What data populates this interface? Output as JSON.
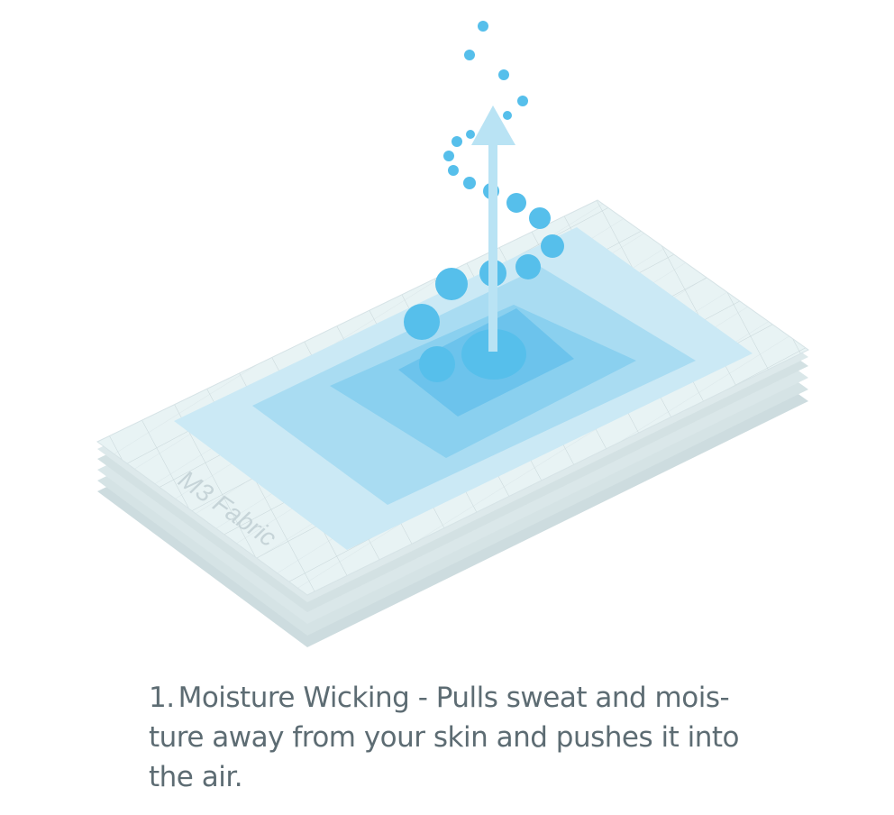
{
  "fabric_label": "M3 Fabric",
  "caption": {
    "number": "1.",
    "lines": [
      "Moisture Wicking - Pulls sweat and mois-",
      "ture away from your skin and pushes it into",
      "the air."
    ]
  },
  "colors": {
    "fabric_top": "#e8f3f4",
    "fabric_layers": "#d7e6e8",
    "wet_zone_1": "#cbe9f5",
    "wet_zone_2": "#a9dcf2",
    "wet_zone_3": "#86cdee",
    "wet_zone_4": "#6cc3ec",
    "droplet": "#56bfeb",
    "arrow": "#b9e3f4",
    "text": "#5d6c73"
  },
  "icons": {
    "arrow": "up-arrow-icon",
    "droplets": "water-droplet-icon"
  }
}
